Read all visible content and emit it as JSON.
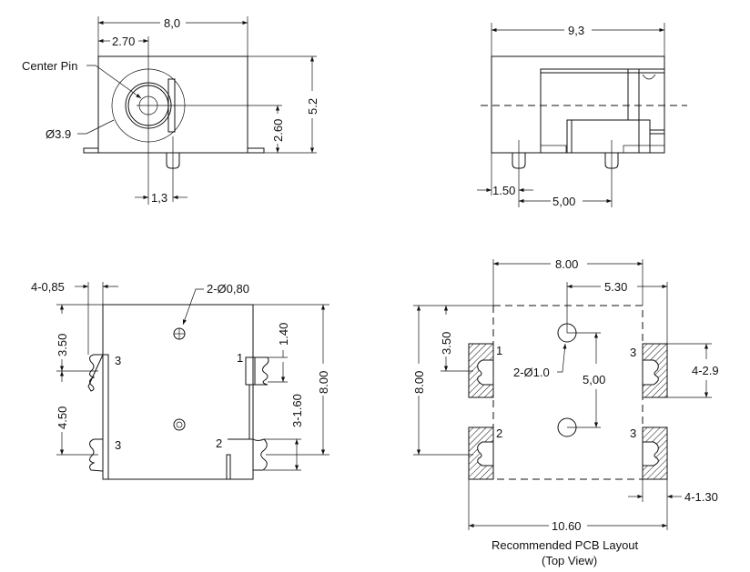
{
  "front_view": {
    "width": "8,0",
    "center_offset": "2.70",
    "center_pin_label": "Center Pin",
    "diameter": "Ø3.9",
    "center_height": "2.60",
    "height": "5.2",
    "pin_offset": "1,3"
  },
  "side_view": {
    "length": "9,3",
    "pin_offset": "1.50",
    "pin_spacing": "5,00"
  },
  "bottom_view": {
    "pin_width": "4-0,85",
    "hole_label": "2-Ø0,80",
    "dim_a": "3.50",
    "dim_b": "4.50",
    "pin1_width": "1.40",
    "pin_size": "3-1.60",
    "depth": "8.00",
    "pins": [
      "3",
      "3",
      "1",
      "2"
    ]
  },
  "pcb_layout": {
    "width": "8.00",
    "hole_offset": "5.30",
    "depth": "8.00",
    "pad_offset": "3.50",
    "hole_label": "2-Ø1.0",
    "hole_spacing": "5,00",
    "pad_length": "4-2.9",
    "pad_width": "4-1.30",
    "overall": "10.60",
    "pins": [
      "1",
      "2",
      "3",
      "3"
    ],
    "caption": "Recommended PCB Layout",
    "subcaption": "(Top View)"
  }
}
